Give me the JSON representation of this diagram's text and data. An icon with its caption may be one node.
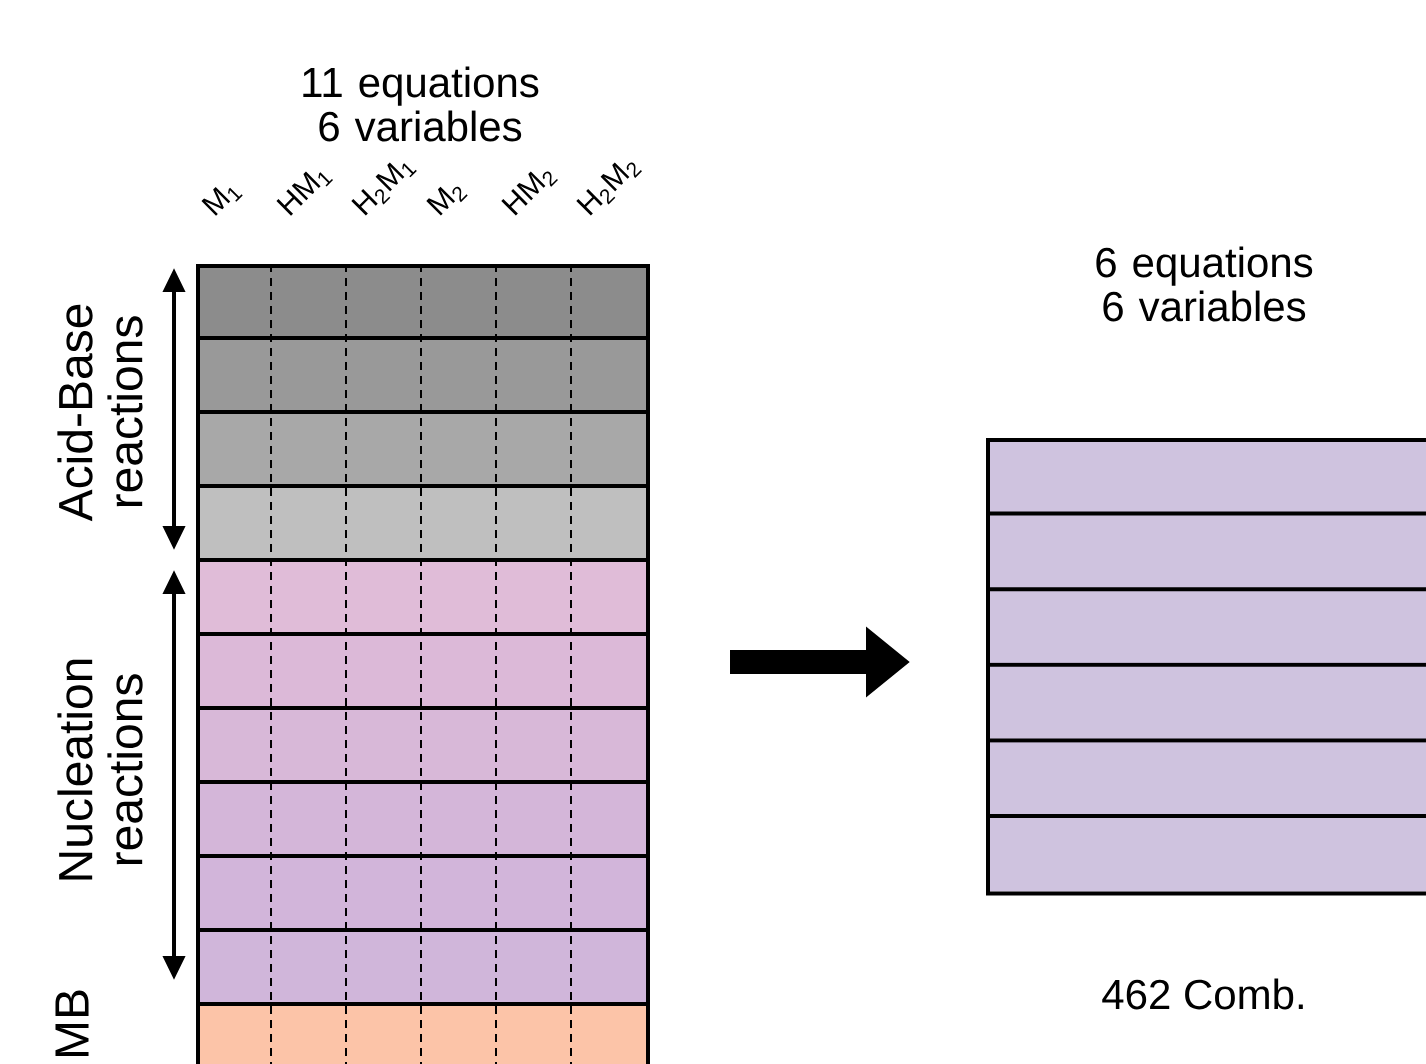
{
  "diagram": {
    "nodes": [
      {
        "text": [
          "11 equations 6 variables"
        ]
      },
      {
        "text": [
          "6 equations 6 variables"
        ],
        "beside": [
          "462 Comb."
        ]
      }
    ],
    "edges": [
      {
        "from": 0,
        "to": 1,
        "arrow": "to"
      }
    ],
    "labels": [
      "M$_{1}$",
      "HM$_{1}$",
      "H$_{2}$M$_{1}$",
      "M$_{2}$",
      "HM$_{2}$",
      "H$_{2}$M$_{2}$",
      "Acid-Base reactions",
      "Nucleation reactions",
      "MB"
    ]
  }
}
